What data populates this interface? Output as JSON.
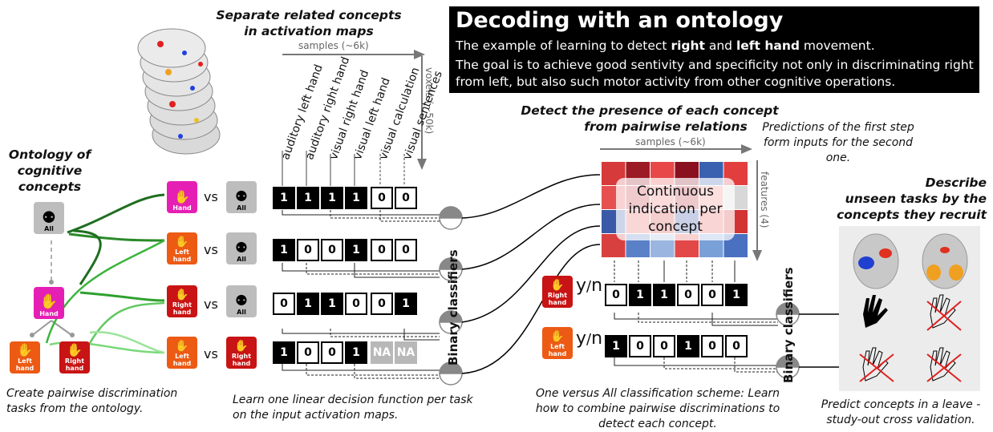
{
  "header": {
    "title": "Decoding with an ontology",
    "line1_pre": "The example of learning to detect ",
    "line1_right": "right",
    "line1_mid": " and ",
    "line1_left": "left hand",
    "line1_post": " movement.",
    "line2": "The goal is to achieve good sentivity and specificity not only in discriminating right from left, but also such motor activity from other cognitive operations."
  },
  "maps_section": {
    "title_l1": "Separate related concepts",
    "title_l2": "in activation maps",
    "samples_label": "samples (~6k)",
    "voxels_label": "voxels (~50k)",
    "columns": [
      "auditory left hand",
      "auditory right hand",
      "visual right hand",
      "visual left hand",
      "visual calculation",
      "visual sentences"
    ]
  },
  "ontology": {
    "title": "Ontology of cognitive concepts",
    "title_l1": "Ontology of",
    "title_l2": "cognitive",
    "title_l3": "concepts",
    "all_label": "All",
    "hand_label": "Hand",
    "left_label": "Left hand",
    "right_label": "Right hand",
    "caption": "Create pairwise discrimination tasks from the ontology."
  },
  "tasks": [
    {
      "a": "Hand",
      "vs": "vs",
      "b": "All",
      "values": [
        "1",
        "1",
        "1",
        "1",
        "0",
        "0"
      ]
    },
    {
      "a": "Left hand",
      "vs": "vs",
      "b": "All",
      "values": [
        "1",
        "0",
        "0",
        "1",
        "0",
        "0"
      ]
    },
    {
      "a": "Right hand",
      "vs": "vs",
      "b": "All",
      "values": [
        "0",
        "1",
        "1",
        "0",
        "0",
        "1"
      ]
    },
    {
      "a": "Left hand",
      "vs": "vs",
      "b": "Right hand",
      "values": [
        "1",
        "0",
        "0",
        "1",
        "NA",
        "NA"
      ]
    }
  ],
  "binary_classifiers_label": "Binary classifiers",
  "linear_caption": "Learn one linear decision function per task on the input activation maps.",
  "detect_section": {
    "title_l1": "Detect the presence of each concept",
    "title_l2": "from pairwise relations",
    "samples_label": "samples (~6k)",
    "features_label": "features (4)",
    "overlay": "Continuous indication per concept",
    "predictions_note": "Predictions of the first step form inputs for the second one.",
    "heatmap_colors": [
      [
        "#d63a3a",
        "#9c1a24",
        "#e84848",
        "#8a1020",
        "#3a60b0",
        "#e23e3e"
      ],
      [
        "#e65050",
        "#c0303a",
        "#f07070",
        "#b82a34",
        "#f28080",
        "#d8d8d8"
      ],
      [
        "#3a5aa8",
        "#ec6060",
        "#d83c3c",
        "#2d4a9a",
        "#e85858",
        "#d23434"
      ],
      [
        "#d84040",
        "#5a80c8",
        "#9ab6e0",
        "#e24848",
        "#7aa0d8",
        "#4a70c0"
      ]
    ]
  },
  "ova": {
    "right_values": [
      "0",
      "1",
      "1",
      "0",
      "0",
      "1"
    ],
    "left_values": [
      "1",
      "0",
      "0",
      "1",
      "0",
      "0"
    ],
    "y_label": "y",
    "n_label": "n",
    "right_label": "Right hand",
    "left_label": "Left hand",
    "caption": "One versus All classification scheme: Learn how to combine pairwise discriminations to detect each concept."
  },
  "describe": {
    "title_l1": "Describe",
    "title_l2": "unseen tasks by the",
    "title_l3": "concepts they recruit",
    "caption": "Predict concepts in a leave -study-out cross validation."
  }
}
